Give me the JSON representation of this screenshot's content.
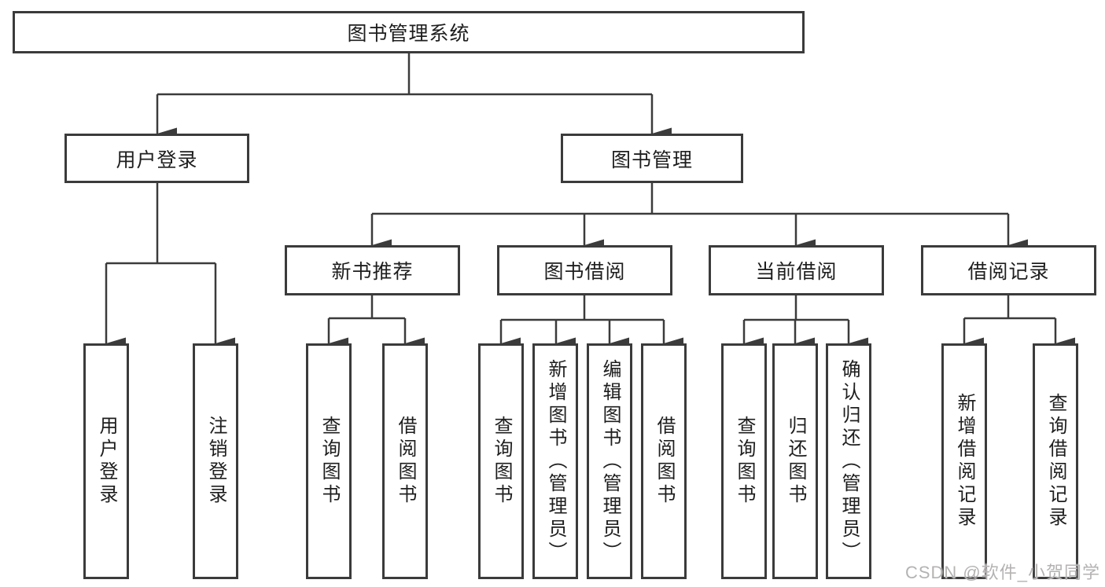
{
  "diagram": {
    "title": "图书管理系统",
    "branches": [
      {
        "label": "用户登录",
        "children": [
          {
            "label": "用户登录"
          },
          {
            "label": "注销登录"
          }
        ]
      },
      {
        "label": "图书管理",
        "children": [
          {
            "label": "新书推荐",
            "children": [
              {
                "label": "查询图书"
              },
              {
                "label": "借阅图书"
              }
            ]
          },
          {
            "label": "图书借阅",
            "children": [
              {
                "label": "查询图书"
              },
              {
                "label": "新增图书（管理员）"
              },
              {
                "label": "编辑图书（管理员）"
              },
              {
                "label": "借阅图书"
              }
            ]
          },
          {
            "label": "当前借阅",
            "children": [
              {
                "label": "查询图书"
              },
              {
                "label": "归还图书"
              },
              {
                "label": "确认归还（管理员）"
              }
            ]
          },
          {
            "label": "借阅记录",
            "children": [
              {
                "label": "新增借阅记录"
              },
              {
                "label": "查询借阅记录"
              }
            ]
          }
        ]
      }
    ]
  },
  "watermark": {
    "text": "CSDN @软件_小贺同学"
  },
  "colors": {
    "line": "#3b3b3b",
    "text": "#1e1e1e",
    "watermark": "#b5b2b2",
    "background": "#ffffff"
  }
}
